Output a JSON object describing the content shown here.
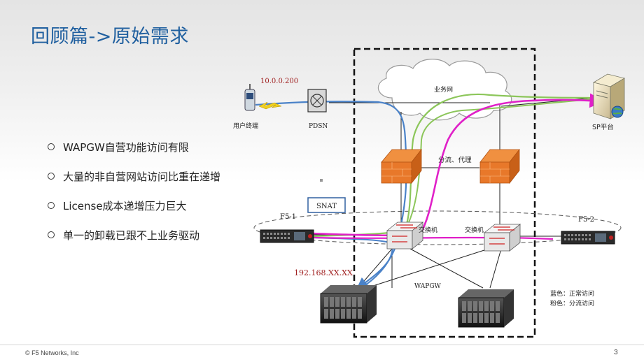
{
  "slide": {
    "title": "回顾篇->原始需求",
    "bullets": [
      "WAPGW自营功能访问有限",
      "大量的非自营网站访问比重在递增",
      "License成本递增压力巨大",
      "单一的卸载已跟不上业务驱动"
    ],
    "footer_left": "© F5 Networks, Inc",
    "page_number": "3"
  },
  "diagram": {
    "labels": {
      "ip_top": "10.0.0.200",
      "user_terminal": "用户终端",
      "pdsn": "PDSN",
      "service_network": "业务网",
      "sp_platform": "SP平台",
      "shunt_proxy": "分流、代理",
      "snat": "SNAT",
      "f5_1": "F5-1",
      "f5_2": "F5-2",
      "switch_left": "交换机",
      "switch_right": "交换机",
      "ip_bottom": "192.168.XX.XX",
      "wapgw": "WAPGW",
      "legend_blue": "蓝色：正常访问",
      "legend_pink": "粉色：分流访问"
    },
    "colors": {
      "blue_path": "#4a82c8",
      "pink_path": "#e020c8",
      "green_path": "#8cc65a",
      "firewall": "#e8782a",
      "title": "#1f5f9f",
      "ip_label": "#a02020"
    }
  }
}
